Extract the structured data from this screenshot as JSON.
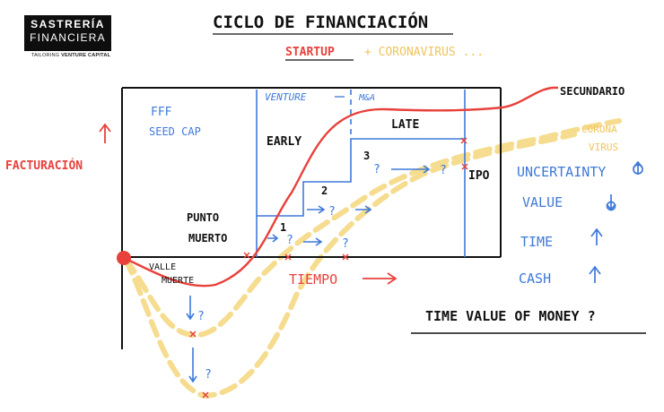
{
  "brand": {
    "line1": "SASTRERÍA",
    "line2": "FINANCIERA",
    "tagline_prefix": "TAILORING ",
    "tagline_bold": "VENTURE CAPITAL"
  },
  "title": "CICLO DE FINANCIACIÓN",
  "subtitle_part1": "STARTUP",
  "subtitle_part2": "+ CORONAVIRUS ...",
  "stages": {
    "fff": "FFF",
    "seed": "SEED CAP",
    "venture": "VENTURE",
    "mna": "M&A",
    "early": "EARLY",
    "late": "LATE",
    "ipo": "IPO"
  },
  "labels": {
    "punto_muerto_1": "PUNTO",
    "punto_muerto_2": "MUERTO",
    "valle_1": "VALLE",
    "valle_2": "MUERTE",
    "facturacion": "FACTURACIÓN",
    "tiempo": "TIEMPO",
    "secundario": "SECUNDARIO",
    "corona_1": "CORONA",
    "corona_2": "VIRUS",
    "tvm": "TIME VALUE OF MONEY ?"
  },
  "step_numbers": [
    "1",
    "2",
    "3"
  ],
  "question_marks": [
    "?",
    "?",
    "?",
    "?",
    "?",
    "?",
    "?"
  ],
  "metrics": [
    {
      "label": "UNCERTAINTY",
      "direction": "up"
    },
    {
      "label": "VALUE",
      "direction": "down"
    },
    {
      "label": "TIME",
      "direction": "up"
    },
    {
      "label": "CASH",
      "direction": "up"
    }
  ],
  "colors": {
    "red": "#e8413b",
    "blue": "#3f79d9",
    "yellow": "#f6dc8e",
    "black": "#111111"
  }
}
